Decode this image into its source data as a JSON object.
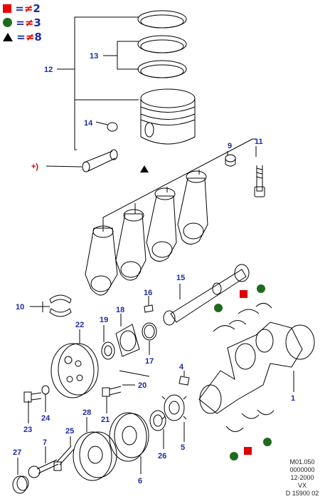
{
  "legend": [
    {
      "marker": "square",
      "color": "#e00000",
      "text": "= ≠ 2",
      "num": "2"
    },
    {
      "marker": "circle",
      "color": "#1e6b1e",
      "text": "= ≠ 3",
      "num": "3"
    },
    {
      "marker": "triangle",
      "color": "#000000",
      "text": "= ≠ 8",
      "num": "8"
    }
  ],
  "colors": {
    "label": "#1a2aa8",
    "special_label": "#e00000",
    "line": "#000000",
    "square_marker": "#e00000",
    "circle_marker": "#1e6b1e"
  },
  "callouts": {
    "c1": "1",
    "c2_4": "4",
    "c5": "5",
    "c6": "6",
    "c7": "7",
    "c9": "9",
    "c10": "10",
    "c11": "11",
    "c12": "12",
    "c13": "13",
    "c14": "14",
    "c15": "15",
    "c16": "16",
    "c17": "17",
    "c18": "18",
    "c19": "19",
    "c20": "20",
    "c21": "21",
    "c22": "22",
    "c23": "23",
    "c24": "24",
    "c25": "25",
    "c26": "26",
    "c27": "27",
    "c28": "28",
    "special": "+)"
  },
  "footer": {
    "line1": "M01.050",
    "line2": "0000000",
    "line3": "12-2000",
    "line4": "VX",
    "line5": "D 15900 02"
  }
}
